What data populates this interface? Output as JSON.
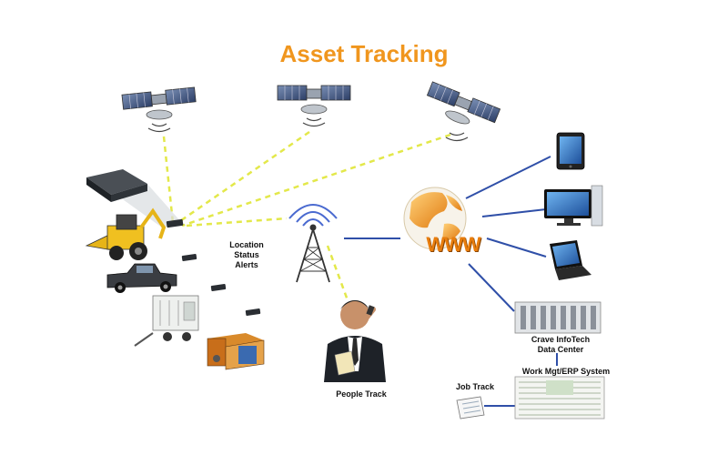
{
  "title": "Asset Tracking",
  "labels": {
    "location_status_alerts": [
      "Location",
      "Status",
      "Alerts"
    ],
    "people_track": "People Track",
    "data_center": [
      "Crave InfoTech",
      "Data Center"
    ],
    "erp_system": "Work Mgt/ERP System",
    "job_track": "Job Track",
    "www": "WWW"
  },
  "icons": {
    "satellites": [
      "satellite-icon",
      "satellite-icon",
      "satellite-icon"
    ],
    "assets": [
      "gps-device-icon",
      "backhoe-loader-icon",
      "pickup-truck-icon",
      "generator-trailer-icon",
      "shipping-container-icon"
    ],
    "network": [
      "cell-tower-icon",
      "globe-icon"
    ],
    "endpoints": [
      "tablet-icon",
      "desktop-monitor-icon",
      "laptop-icon",
      "server-rack-icon",
      "erp-screen-icon",
      "job-document-icon",
      "businessman-icon"
    ]
  },
  "colors": {
    "title": "#f0961e",
    "satellite_link": "#e3e84a",
    "network_link": "#2f4fa8",
    "www": "#e87d0d",
    "globe": "#f0a020"
  }
}
